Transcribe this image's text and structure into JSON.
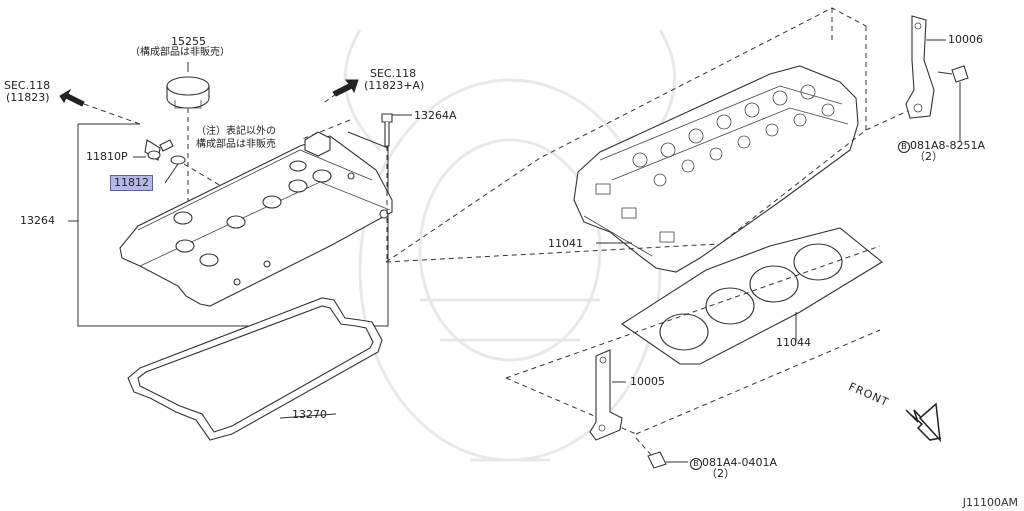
{
  "labels": {
    "p15255": "15255",
    "p15255_note": "（構成部品は非販売）",
    "sec118_left": "SEC.118",
    "sec118_left_sub": "(11823)",
    "sec118_right": "SEC.118",
    "sec118_right_sub": "(11823+A)",
    "p13264A": "13264A",
    "note_line1": "（注）表記以外の",
    "note_line2": "構成部品は非販売",
    "p11810P": "11810P",
    "p11812": "11812",
    "p13264": "13264",
    "p13270": "13270",
    "p11041": "11041",
    "p11044": "11044",
    "p10005": "10005",
    "p10006": "10006",
    "bolt_8251": "081A8-8251A",
    "bolt_8251_qty": "（2）",
    "bolt_0401": "081A4-0401A",
    "bolt_0401_qty": "（2）",
    "bolt_symbol": "B",
    "front": "FRONT",
    "diagram_code": "J11100AM"
  },
  "colors": {
    "highlight": "#b3b8e6",
    "line": "#333333"
  },
  "icons": {
    "front_arrow": "front-arrow-icon",
    "sec_arrow": "section-arrow-icon"
  }
}
